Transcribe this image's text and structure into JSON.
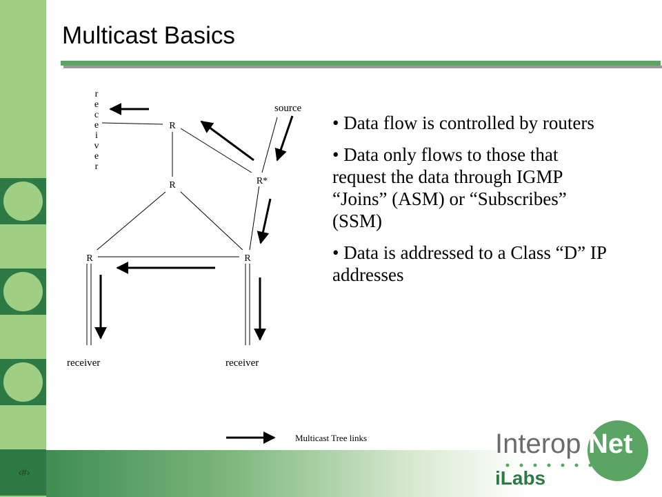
{
  "slide": {
    "title": "Multicast Basics",
    "number": "‹#›"
  },
  "diagram": {
    "nodes": [
      {
        "id": "r-top",
        "label": "R"
      },
      {
        "id": "r-mid",
        "label": "R"
      },
      {
        "id": "r-star",
        "label": "R*"
      },
      {
        "id": "r-left",
        "label": "R"
      },
      {
        "id": "r-right",
        "label": "R"
      }
    ],
    "source_label": "source",
    "vertical_receiver_label": "receiver",
    "left_receiver_label": "receiver",
    "right_receiver_label": "receiver",
    "legend_label": "Multicast Tree links"
  },
  "bullets": [
    "• Data flow is controlled by routers",
    "• Data only flows to those that request the data through IGMP “Joins” (ASM) or “Subscribes” (SSM)",
    "• Data is addressed to a Class “D” IP addresses"
  ],
  "logo": {
    "brand_part1": "Interop",
    "brand_part2": "Net",
    "sub_brand": "iLabs",
    "colors": {
      "dark_green": "#2e7a45",
      "light_green": "#5ba564",
      "grey": "#6b6b6b"
    }
  },
  "colors": {
    "sidebar": "#9fcf84",
    "sidebar_accent": "#2e7a45",
    "title_rule": "#5ba564"
  }
}
